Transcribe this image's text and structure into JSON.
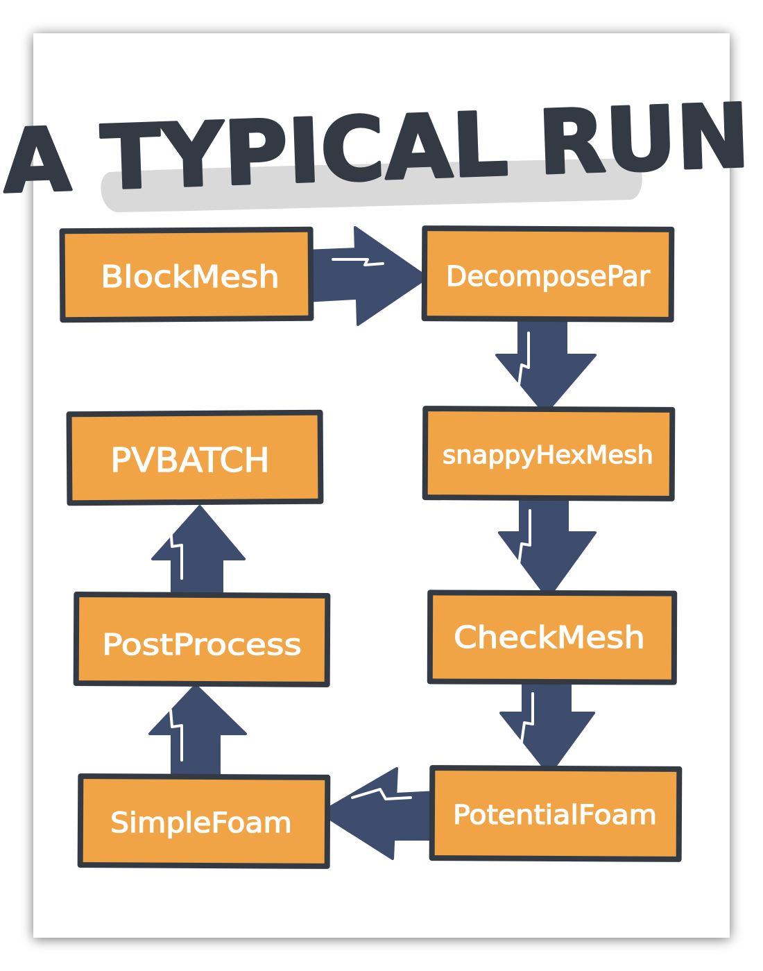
{
  "title": "A Typical Run",
  "colors": {
    "paper": "#ffffff",
    "box_fill": "#f0a445",
    "box_border": "#333a44",
    "box_text": "#ffffff",
    "arrow": "#3e4d6e",
    "title_ink": "#333a44",
    "title_highlight": "#d9d9d9"
  },
  "steps": [
    {
      "id": "blockmesh",
      "label": "BlockMesh"
    },
    {
      "id": "decomposepar",
      "label": "DecomposePar"
    },
    {
      "id": "snappyhexmesh",
      "label": "snappyHexMesh"
    },
    {
      "id": "checkmesh",
      "label": "CheckMesh"
    },
    {
      "id": "potentialfoam",
      "label": "PotentialFoam"
    },
    {
      "id": "simplefoam",
      "label": "SimpleFoam"
    },
    {
      "id": "postprocess",
      "label": "PostProcess"
    },
    {
      "id": "pvbatch",
      "label": "PVBATCH"
    }
  ],
  "flow": [
    {
      "from": "blockmesh",
      "to": "decomposepar"
    },
    {
      "from": "decomposepar",
      "to": "snappyhexmesh"
    },
    {
      "from": "snappyhexmesh",
      "to": "checkmesh"
    },
    {
      "from": "checkmesh",
      "to": "potentialfoam"
    },
    {
      "from": "potentialfoam",
      "to": "simplefoam"
    },
    {
      "from": "simplefoam",
      "to": "postprocess"
    },
    {
      "from": "postprocess",
      "to": "pvbatch"
    }
  ]
}
